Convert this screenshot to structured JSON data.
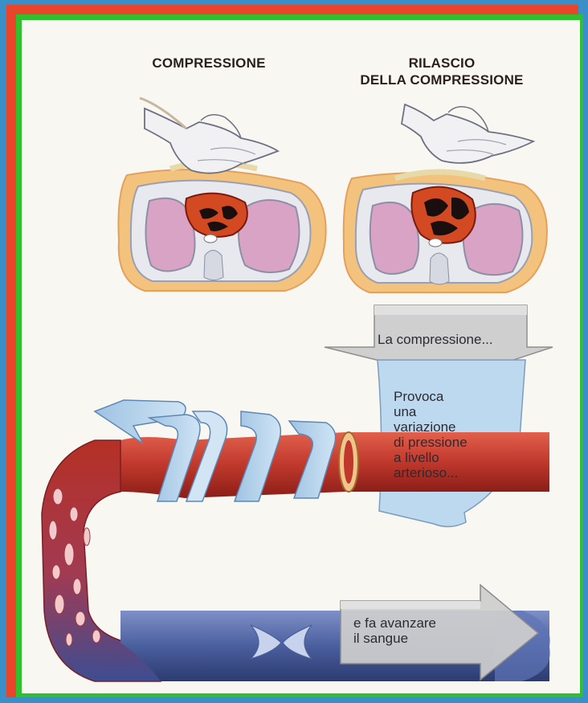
{
  "labels": {
    "compression": "COMPRESSIONE",
    "release_line1": "RILASCIO",
    "release_line2": "DELLA COMPRESSIONE"
  },
  "callouts": {
    "compression_arrow": "La compressione...",
    "pressure_lines": [
      "Provoca",
      "una",
      "variazione",
      "di pressione",
      "a livello",
      "arterioso..."
    ],
    "advance_lines": [
      "e fa avanzare",
      "il sangue"
    ]
  },
  "colors": {
    "slide_background": "#3a8fc8",
    "red_frame": "#e8452a",
    "green_frame": "#2fbf2f",
    "artery_red": "#c0382c",
    "vein_blue": "#4a5f9e",
    "arrow_light_blue": "#b8d6ee",
    "arrow_grey": "#c9c9c9",
    "lung_pink": "#d8a3c4",
    "skin_orange": "#f3c27d"
  }
}
